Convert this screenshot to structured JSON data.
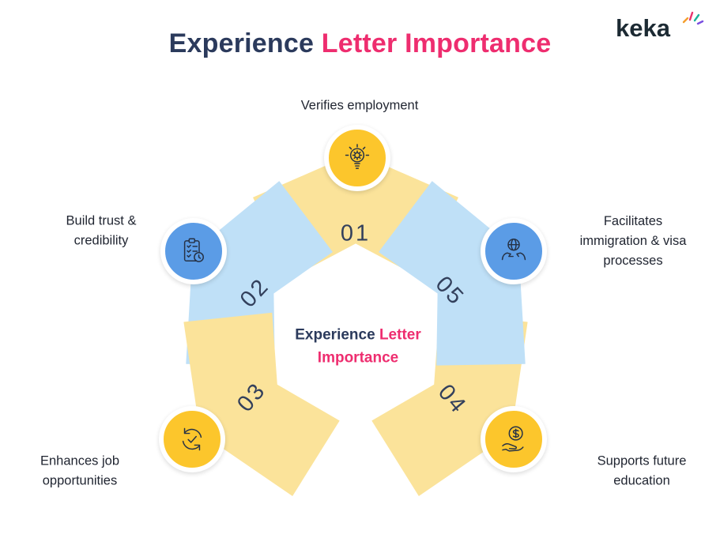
{
  "logo": {
    "text": "keka",
    "sparkle_icon": "sparkle-icon"
  },
  "title": {
    "normal": "Experience",
    "highlight": "Letter Importance"
  },
  "center_label": {
    "normal": "Experience",
    "highlight_line1": "Letter",
    "highlight_line2": "Importance"
  },
  "colors": {
    "pink": "#ee2d6f",
    "navy": "#2b3a5c",
    "yellow_arrow": "#fbe39a",
    "yellow_circle": "#fcc62c",
    "blue_arrow": "#bfe0f7",
    "blue_circle": "#5b9ce6",
    "number": "#33405c"
  },
  "segments": [
    {
      "number": "01",
      "icon": "lightbulb-gear-icon",
      "color": "yellow",
      "label_lines": [
        "Verifies employment"
      ]
    },
    {
      "number": "02",
      "icon": "clipboard-clock-icon",
      "color": "blue",
      "label_lines": [
        "Build trust &",
        "credibility"
      ]
    },
    {
      "number": "03",
      "icon": "process-arrows-check-icon",
      "color": "yellow",
      "label_lines": [
        "Enhances job",
        "opportunities"
      ]
    },
    {
      "number": "04",
      "icon": "dollar-hand-icon",
      "color": "yellow",
      "label_lines": [
        "Supports future",
        "education"
      ]
    },
    {
      "number": "05",
      "icon": "hands-globe-icon",
      "color": "blue",
      "label_lines": [
        "Facilitates",
        "immigration & visa",
        "processes"
      ]
    }
  ]
}
